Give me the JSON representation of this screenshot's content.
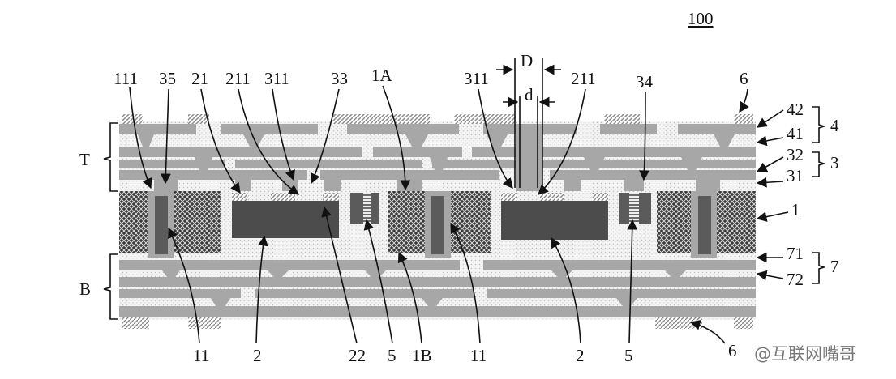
{
  "figure": {
    "number": "100",
    "labels": {
      "l111": "111",
      "l35": "35",
      "l21": "21",
      "l211a": "211",
      "l311a": "311",
      "l33": "33",
      "l1A": "1A",
      "l311b": "311",
      "lD": "D",
      "ld": "d",
      "l211b": "211",
      "l34": "34",
      "l6": "6",
      "l42": "42",
      "l41": "41",
      "l4": "4",
      "l32": "32",
      "l31": "31",
      "l3": "3",
      "l1": "1",
      "l71": "71",
      "l72": "72",
      "l7": "7",
      "lT": "T",
      "lB": "B",
      "b11a": "11",
      "b2a": "2",
      "b22": "22",
      "b5a": "5",
      "b1B": "1B",
      "b11b": "11",
      "b2b": "2",
      "b5b": "5",
      "b6": "6"
    },
    "watermark": "@互联网嘴哥"
  },
  "colors": {
    "conductor": "#a7a7a7",
    "chip": "#4c4c4c",
    "via": "#5b5b5b",
    "background": "#ffffff"
  }
}
